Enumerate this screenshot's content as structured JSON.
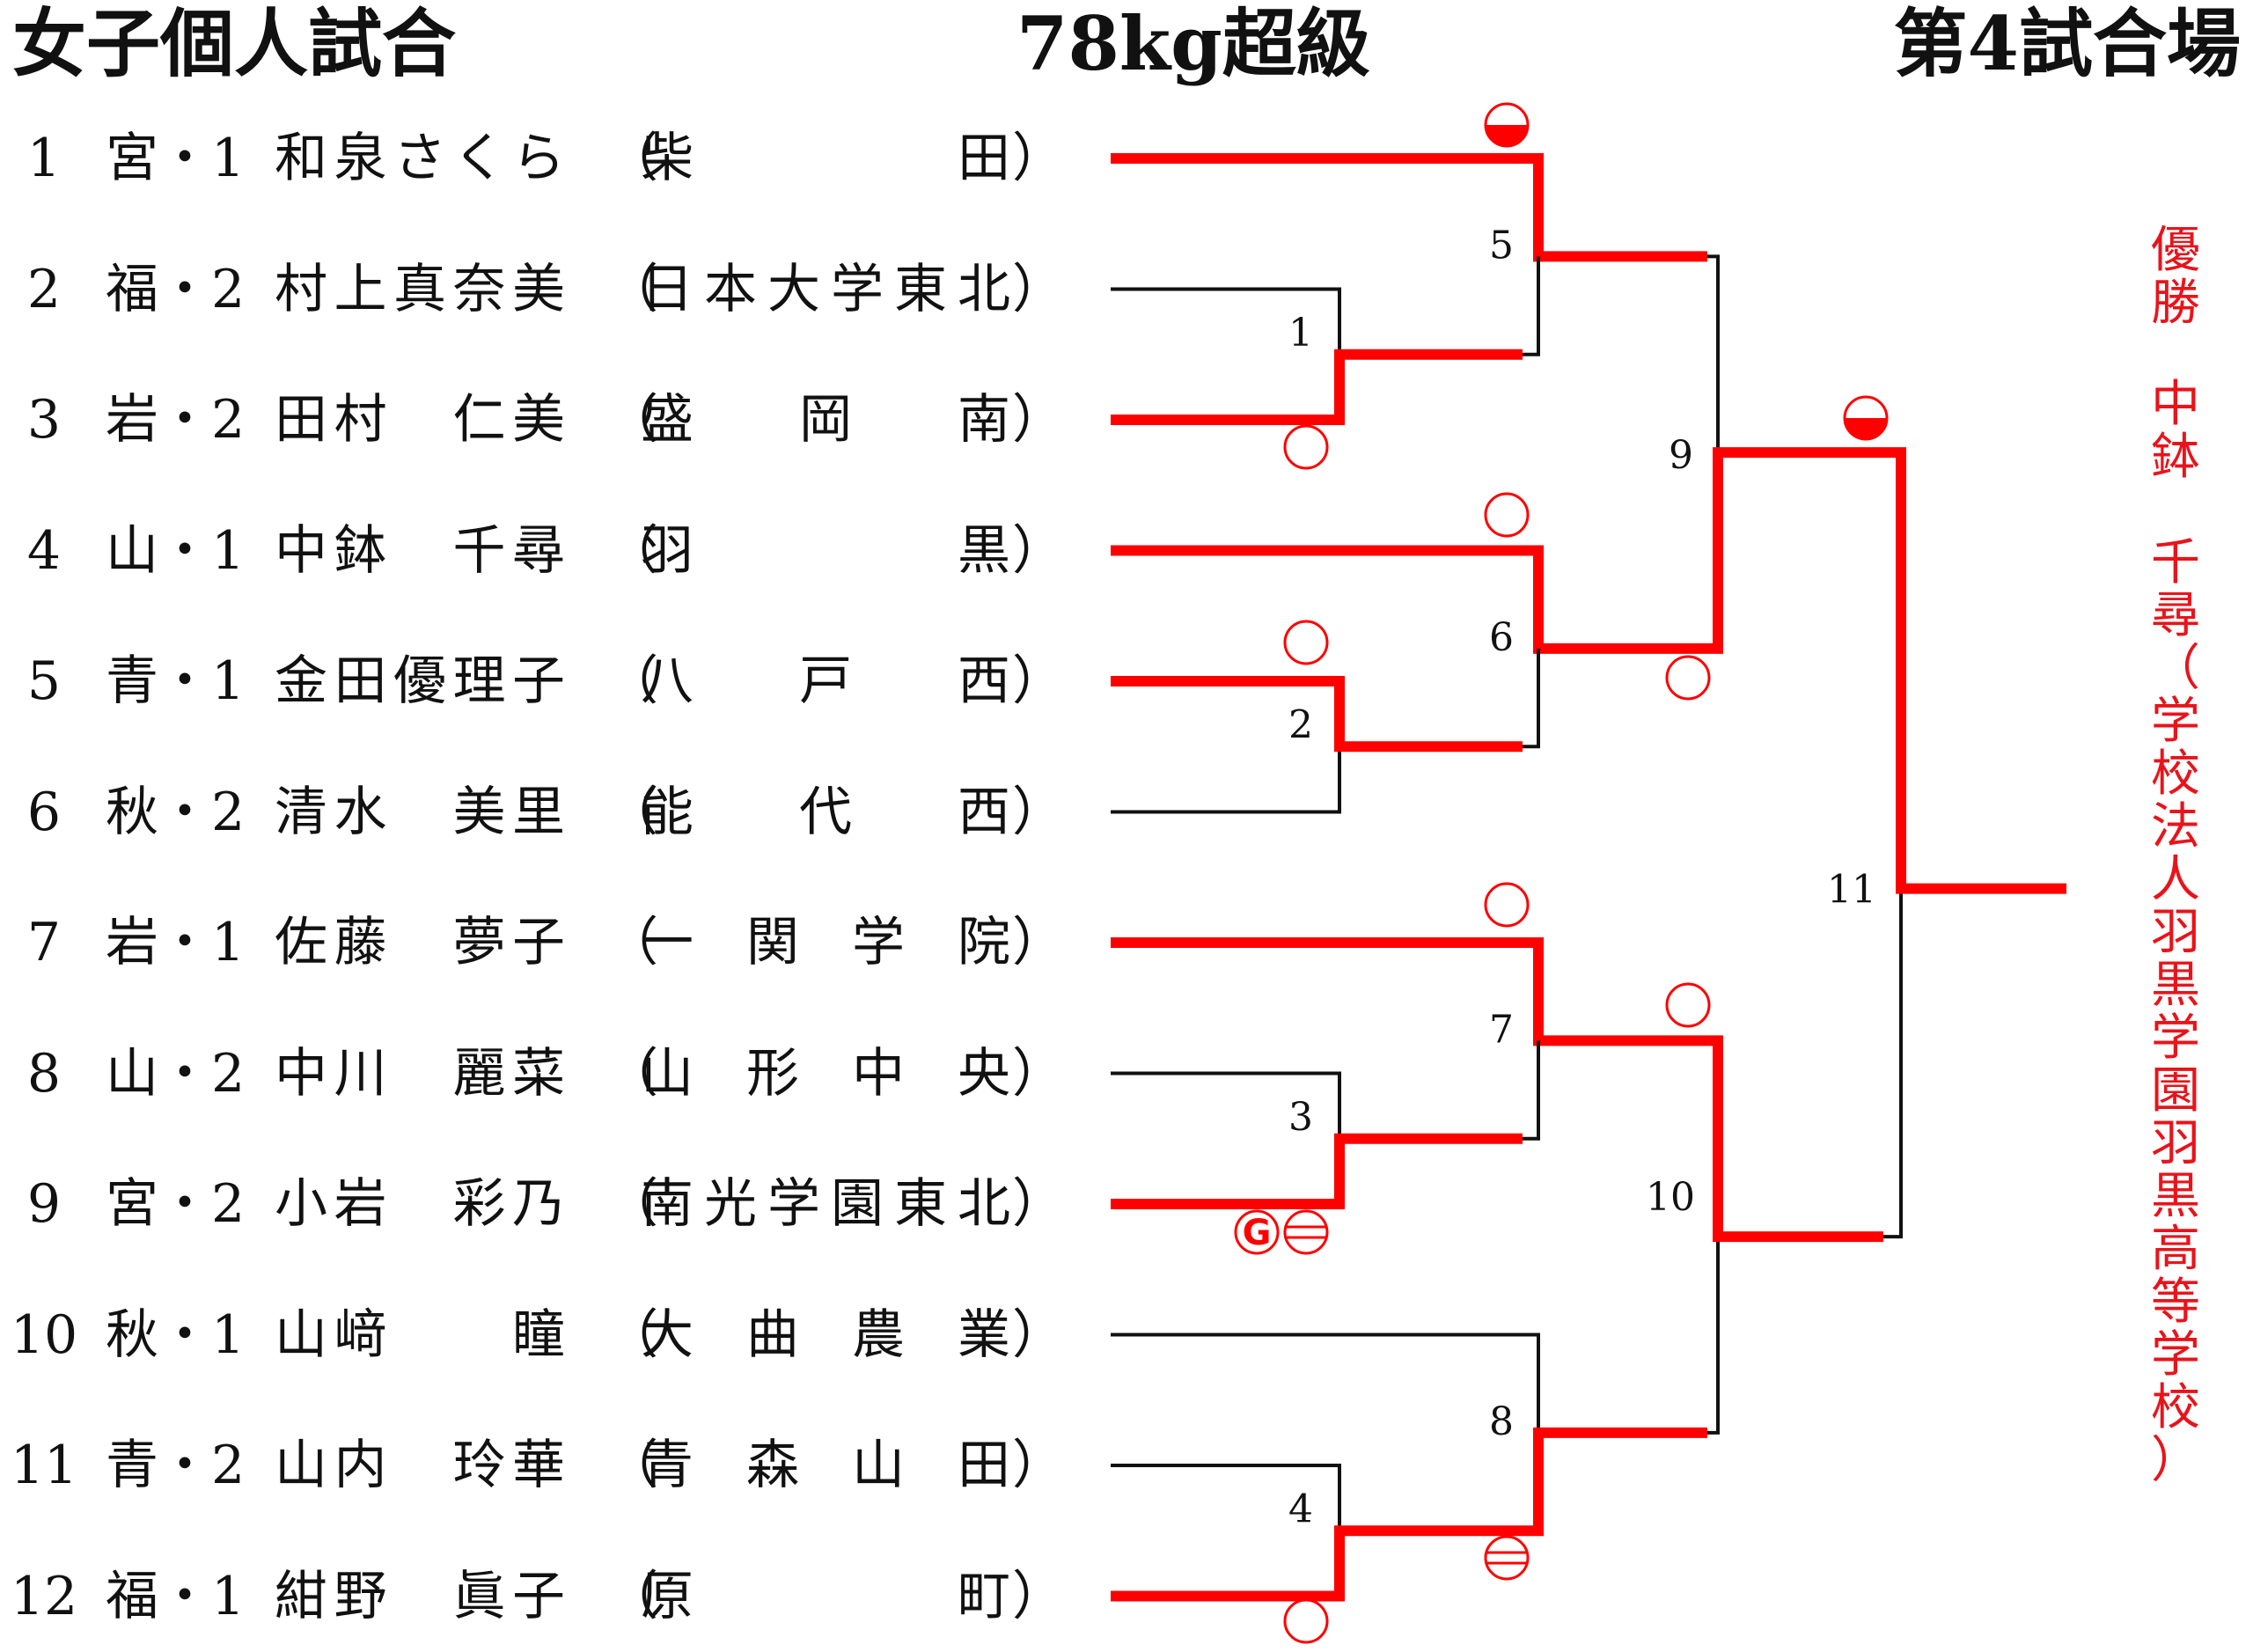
{
  "header": {
    "left": "女子個人試合",
    "center": "78kg超級",
    "right": "第4試合場"
  },
  "colors": {
    "winner_line": "#ff0000",
    "line": "#111111",
    "text": "#111111"
  },
  "entries": [
    {
      "seed": "1",
      "pref": "宮・1",
      "name": [
        "和",
        "泉",
        "さ",
        "く",
        "ら"
      ],
      "school": [
        "柴",
        "田"
      ]
    },
    {
      "seed": "2",
      "pref": "福・2",
      "name": [
        "村",
        "上",
        "真",
        "奈",
        "美"
      ],
      "school": [
        "日",
        "本",
        "大",
        "学",
        "東",
        "北"
      ]
    },
    {
      "seed": "3",
      "pref": "岩・2",
      "name": [
        "田",
        "村",
        "",
        "仁",
        "美"
      ],
      "school": [
        "盛",
        "岡",
        "南"
      ]
    },
    {
      "seed": "4",
      "pref": "山・1",
      "name": [
        "中",
        "鉢",
        "",
        "千",
        "尋"
      ],
      "school": [
        "羽",
        "黒"
      ]
    },
    {
      "seed": "5",
      "pref": "青・1",
      "name": [
        "金",
        "田",
        "優",
        "理",
        "子"
      ],
      "school": [
        "八",
        "戸",
        "西"
      ]
    },
    {
      "seed": "6",
      "pref": "秋・2",
      "name": [
        "清",
        "水",
        "",
        "美",
        "里"
      ],
      "school": [
        "能",
        "代",
        "西"
      ]
    },
    {
      "seed": "7",
      "pref": "岩・1",
      "name": [
        "佐",
        "藤",
        "",
        "夢",
        "子"
      ],
      "school": [
        "一",
        "関",
        "学",
        "院"
      ]
    },
    {
      "seed": "8",
      "pref": "山・2",
      "name": [
        "中",
        "川",
        "",
        "麗",
        "菜"
      ],
      "school": [
        "山",
        "形",
        "中",
        "央"
      ]
    },
    {
      "seed": "9",
      "pref": "宮・2",
      "name": [
        "小",
        "岩",
        "",
        "彩",
        "乃"
      ],
      "school": [
        "南",
        "光",
        "学",
        "園",
        "東",
        "北"
      ]
    },
    {
      "seed": "10",
      "pref": "秋・1",
      "name": [
        "山",
        "﨑",
        "",
        "",
        "瞳"
      ],
      "school": [
        "大",
        "曲",
        "農",
        "業"
      ]
    },
    {
      "seed": "11",
      "pref": "青・2",
      "name": [
        "山",
        "内",
        "",
        "玲",
        "華"
      ],
      "school": [
        "青",
        "森",
        "山",
        "田"
      ]
    },
    {
      "seed": "12",
      "pref": "福・1",
      "name": [
        "紺",
        "野",
        "",
        "眞",
        "子"
      ],
      "school": [
        "原",
        "町"
      ]
    }
  ],
  "matches": [
    "1",
    "2",
    "3",
    "4",
    "5",
    "6",
    "7",
    "8",
    "9",
    "10",
    "11"
  ],
  "marks": {
    "G": "G"
  },
  "winner": {
    "label": "優勝",
    "name": "中鉢　千尋",
    "school": "学校法人羽黒学園羽黒高等学校"
  }
}
